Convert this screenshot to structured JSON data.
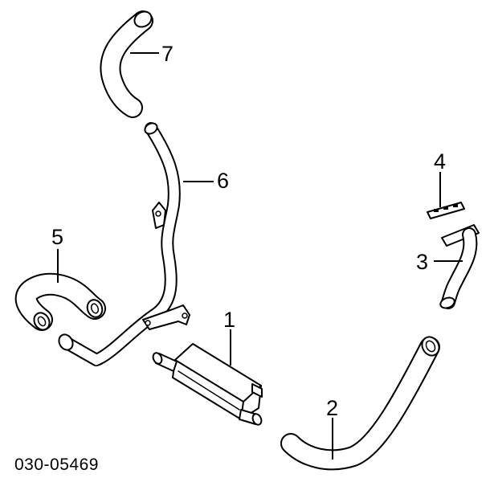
{
  "diagram": {
    "reference_code": "030-05469",
    "callouts": [
      {
        "id": "1",
        "label": "1"
      },
      {
        "id": "2",
        "label": "2"
      },
      {
        "id": "3",
        "label": "3"
      },
      {
        "id": "4",
        "label": "4"
      },
      {
        "id": "5",
        "label": "5"
      },
      {
        "id": "6",
        "label": "6"
      },
      {
        "id": "7",
        "label": "7"
      }
    ]
  }
}
